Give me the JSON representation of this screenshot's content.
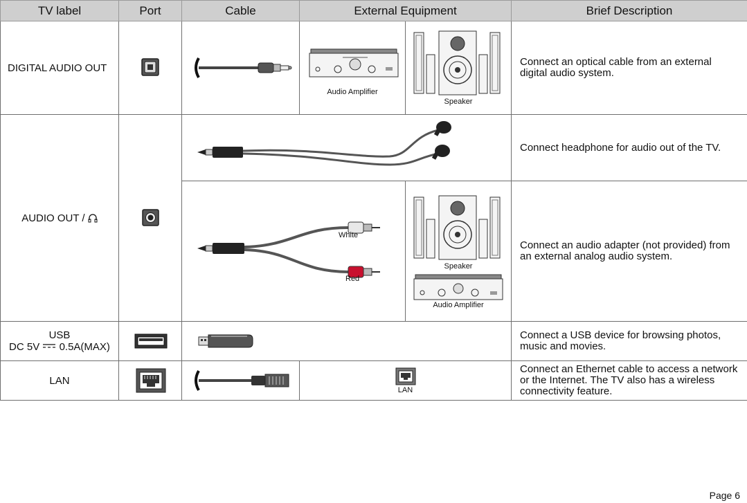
{
  "headers": {
    "tv_label": "TV label",
    "port": "Port",
    "cable": "Cable",
    "external_equipment": "External Equipment",
    "brief_description": "Brief Description"
  },
  "rows": {
    "digital": {
      "label": "DIGITAL AUDIO OUT",
      "amp_caption": "Audio Amplifier",
      "speaker_caption": "Speaker",
      "description": "Connect an optical cable from an external digital audio system."
    },
    "audio_out": {
      "label": "AUDIO OUT /",
      "headphone_description": "Connect headphone for audio out of the TV.",
      "white_label": "White",
      "red_label": "Red",
      "speaker_caption": "Speaker",
      "amp_caption": "Audio Amplifier",
      "adapter_description": "Connect an audio adapter (not provided) from an external analog audio system."
    },
    "usb": {
      "label_line1": "USB",
      "label_line2_prefix": "DC 5V",
      "label_line2_suffix": "0.5A(MAX)",
      "description": "Connect a USB device for browsing photos, music and movies."
    },
    "lan": {
      "label": "LAN",
      "equipment_caption": "LAN",
      "description": "Connect an Ethernet cable to access a network or the Internet. The TV also has a wireless connectivity feature."
    }
  },
  "footer": {
    "page": "Page 6"
  },
  "colors": {
    "header_bg": "#cfcfcf",
    "grid": "#6e6e6e",
    "red_plug": "#c8102e"
  }
}
